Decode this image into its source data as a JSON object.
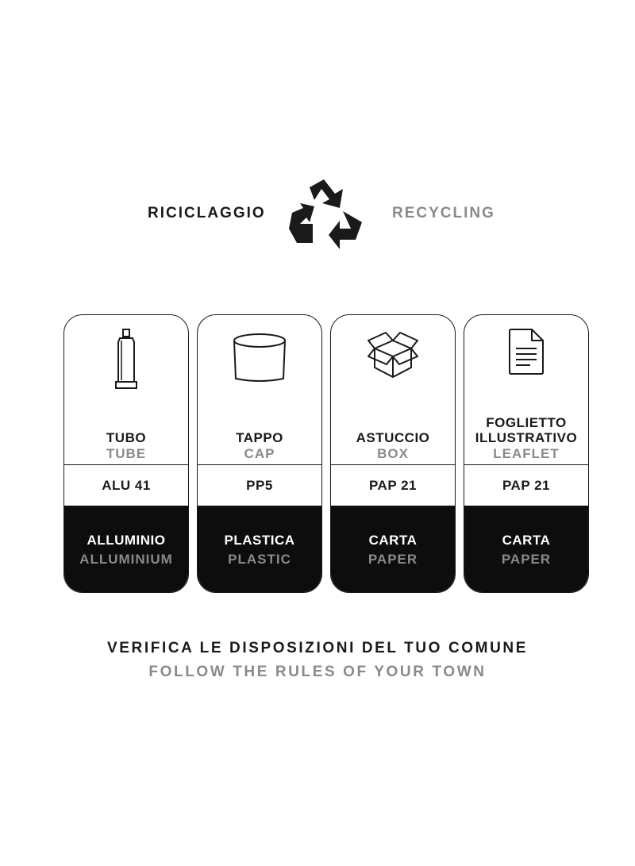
{
  "header": {
    "title_it": "RICICLAGGIO",
    "title_en": "RECYCLING",
    "icon": "recycle-icon"
  },
  "cards": [
    {
      "icon": "tube-icon",
      "name_it": "TUBO",
      "name_en": "TUBE",
      "code": "ALU 41",
      "material_it": "ALLUMINIO",
      "material_en": "ALLUMINIUM"
    },
    {
      "icon": "cap-icon",
      "name_it": "TAPPO",
      "name_en": "CAP",
      "code": "PP5",
      "material_it": "PLASTICA",
      "material_en": "PLASTIC"
    },
    {
      "icon": "box-icon",
      "name_it": "ASTUCCIO",
      "name_en": "BOX",
      "code": "PAP 21",
      "material_it": "CARTA",
      "material_en": "PAPER"
    },
    {
      "icon": "leaflet-icon",
      "name_it": "FOGLIETTO\nILLUSTRATIVO",
      "name_it_line1": "FOGLIETTO",
      "name_it_line2": "ILLUSTRATIVO",
      "name_en": "LEAFLET",
      "code": "PAP 21",
      "material_it": "CARTA",
      "material_en": "PAPER"
    }
  ],
  "footer": {
    "line_it": "VERIFICA LE DISPOSIZIONI DEL TUO COMUNE",
    "line_en": "FOLLOW THE RULES OF YOUR TOWN"
  },
  "colors": {
    "text": "#1a1a1a",
    "secondary": "#8a8a8a",
    "band": "#0d0d0d"
  }
}
